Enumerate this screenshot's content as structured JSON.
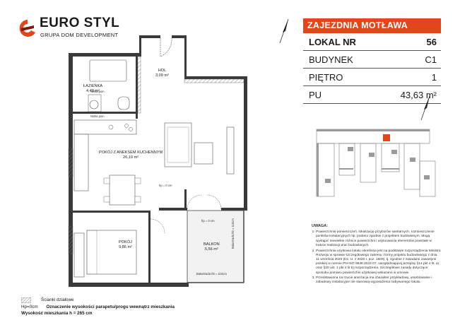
{
  "logo": {
    "brand": "EURO STYL",
    "subtitle": "GRUPA DOM DEVELOPMENT"
  },
  "panel": {
    "title": "ZAJEZDNIA MOTŁAWA",
    "rows": [
      {
        "label": "LOKAL NR",
        "value": "56"
      },
      {
        "label": "BUDYNEK",
        "value": "C1"
      },
      {
        "label": "PIĘTRO",
        "value": "1"
      },
      {
        "label": "PU",
        "value": "43,63 m²"
      }
    ]
  },
  "rooms": {
    "hol": {
      "name": "HOL",
      "area": "3,09 m²"
    },
    "lazienka": {
      "name": "ŁAZIENKA",
      "area": "4,49 m²"
    },
    "pokoj_aneks": {
      "name": "POKÓJ Z ANEKSEM KUCHENNYM",
      "area": "26,19 m²"
    },
    "pokoj": {
      "name": "POKÓJ",
      "area": "9,86 m²"
    },
    "balkon": {
      "name": "BALKON",
      "area": "5,56 m²"
    }
  },
  "small_labels": {
    "niska_pion_1": "Niska pion",
    "niska_pion_2": "Niska pion",
    "hp1": "hp = 0 cm",
    "hp2": "hp = 0 cm",
    "balustrada_h": "Balustrada hb = 110cm",
    "balustrada_v": "Balustrada hb = 110cm"
  },
  "notes": {
    "heading": "UWAGA:",
    "items": [
      "Powierzchnię pomieszczeń, lokalizację przyborów sanitarnych, rozmieszczenie punktów instalacyjnych itp. podano zgodnie z projektem budowlanym. Mogą wystąpić niewielkie różnice powierzchni i usytuowania elementów powstałe w trakcie realizacji prac budowlanych.",
      "Powierzchnia użytkowa lokalu określona jest na podstawie rozporządzenia Ministra Rozwoju w sprawie szczegółowego zakresu i formy projektu budowlanego z dnia 11 września 2020 (Dz. U. z 2020 r. poz. 1609), tj. zgodnie z zasadami zawartymi polskiej w normie PN-ISO 9836:2022-07, uwzględniającej przepisy §14 pkt 4 lit. a) oraz §20 ust. 1 pkt 4 lit b) rozporządzenia. Szczegółowe zasady dotyczące sposobu pomiaru powierzchni użytkowej wskazano w umowie.",
      "Przedstawiona na rzucie aranżacja ma charakter przykładowy, umeblowanie i zabudowy instalacyjne nie stanowią wyposażenia nabywanego lokalu."
    ]
  },
  "legend": {
    "walls": "Ścianki działowe",
    "hp_label": "Hp=0cm",
    "hp_text": "Oznaczenie wysokości parapetu/progu wewnątrz mieszkania",
    "height_text": "Wysokość mieszkania h = 265 cm"
  },
  "colors": {
    "accent": "#e2471c",
    "wall": "#3a3a3a",
    "balcony": "#f2f2f2"
  }
}
